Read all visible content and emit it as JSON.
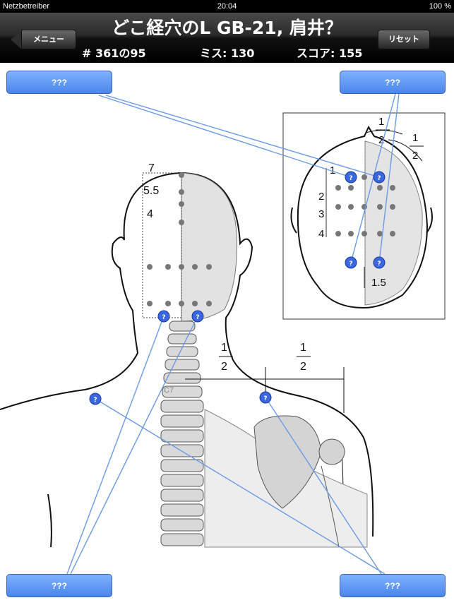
{
  "status": {
    "carrier": "Netzbetreiber",
    "time": "20:04",
    "battery": "100 %"
  },
  "nav": {
    "title": "どこ経穴のL GB-21, 肩井？",
    "menu_label": "メニュー",
    "reset_label": "リセット",
    "progress": "# 361の95",
    "misses": "ミス: 130",
    "score": "スコア: 155"
  },
  "answers": {
    "top_left": "???",
    "top_right": "???",
    "bottom_left": "???",
    "bottom_right": "???"
  },
  "diagram": {
    "head_labels": [
      "7",
      "5.5",
      "4"
    ],
    "inset_labels": [
      "1",
      "2",
      "3",
      "4",
      "1.5"
    ],
    "fraction_num": "1",
    "fraction_den": "2",
    "vertebra_label": "C7",
    "marker_glyph": "?"
  },
  "colors": {
    "answer_button": "#5a92f0",
    "leader_line": "#6a9ae6",
    "marker": "#3a66e0"
  }
}
